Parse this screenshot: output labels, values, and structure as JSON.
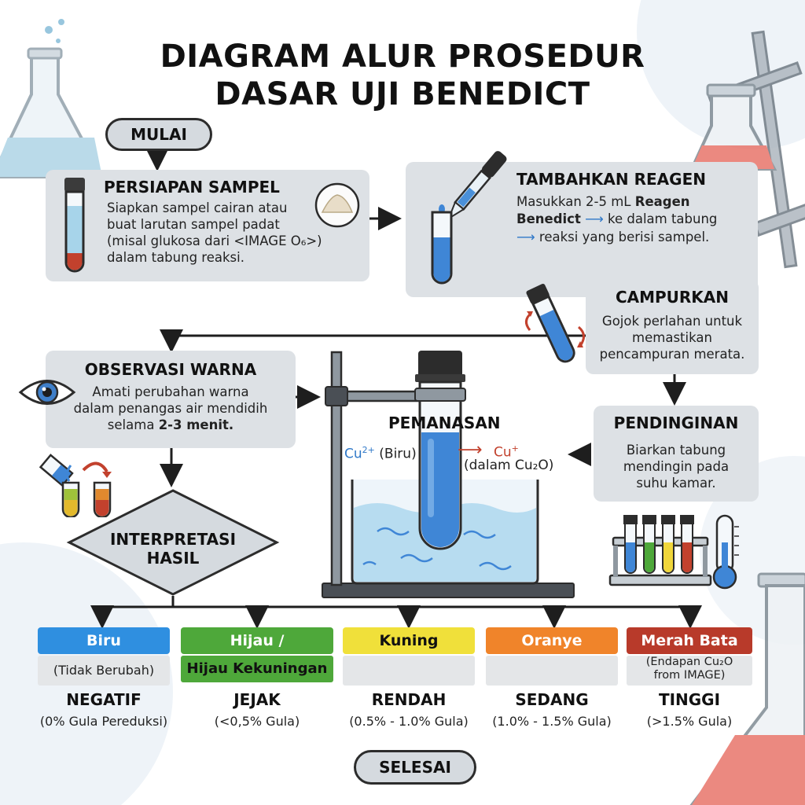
{
  "title": [
    "DIAGRAM ALUR PROSEDUR",
    "DASAR UJI BENEDICT"
  ],
  "start_label": "MULAI",
  "end_label": "SELESAI",
  "steps": {
    "sample": {
      "heading": "PERSIAPAN SAMPEL",
      "lines": [
        "Siapkan sampel cairan atau",
        "buat larutan sampel padat",
        "(misal glukosa dari <IMAGE O₆>)",
        "dalam tabung reaksi."
      ]
    },
    "reagent": {
      "heading": "TAMBAHKAN REAGEN",
      "line1": "Masukkan 2-5 mL",
      "line1_bold": "Reagen",
      "line2_bold": "Benedict",
      "line2": "ke dalam tabung",
      "line3": "reaksi yang berisi sampel."
    },
    "mix": {
      "heading": "CAMPURKAN",
      "lines": [
        "Gojok perlahan untuk",
        "memastikan",
        "pencampuran merata."
      ]
    },
    "observe": {
      "heading": "OBSERVASI WARNA",
      "line1": "Amati perubahan warna",
      "line2": "dalam penangas air mendidih",
      "line3": "selama",
      "line3_bold": "2-3 menit."
    },
    "heat": {
      "heading": "PEMANASAN",
      "ion_from": "Cu",
      "ion_from_sup": "2+",
      "ion_from_note": "(Biru)",
      "ion_to": "Cu",
      "ion_to_sup": "+",
      "ion_to_note": "(dalam Cu₂O)"
    },
    "cool": {
      "heading": "PENDINGINAN",
      "lines": [
        "Biarkan tabung",
        "mendingin pada",
        "suhu kamar."
      ]
    },
    "interpret": {
      "lines": [
        "INTERPRETASI",
        "HASIL"
      ]
    }
  },
  "results": [
    {
      "color_name": "Biru",
      "color_name_2": "",
      "note": [
        "(Tidak Berubah)"
      ],
      "level": "NEGATIF",
      "range": "(0% Gula Pereduksi)",
      "color": "#2f8fe0"
    },
    {
      "color_name": "Hijau /",
      "color_name_2": "Hijau Kekuningan",
      "note": [],
      "level": "JEJAK",
      "range": "(<0,5% Gula)",
      "color": "#4ea83a"
    },
    {
      "color_name": "Kuning",
      "color_name_2": "",
      "note": [],
      "level": "RENDAH",
      "range": "(0.5% - 1.0% Gula)",
      "color": "#f0e03a"
    },
    {
      "color_name": "Oranye",
      "color_name_2": "",
      "note": [],
      "level": "SEDANG",
      "range": "(1.0% - 1.5% Gula)",
      "color": "#f0842a"
    },
    {
      "color_name": "Merah Bata",
      "color_name_2": "",
      "note": [
        "(Endapan Cu₂O",
        "from IMAGE)"
      ],
      "level": "TINGGI",
      "range": "(>1.5% Gula)",
      "color": "#b83a2a"
    }
  ]
}
